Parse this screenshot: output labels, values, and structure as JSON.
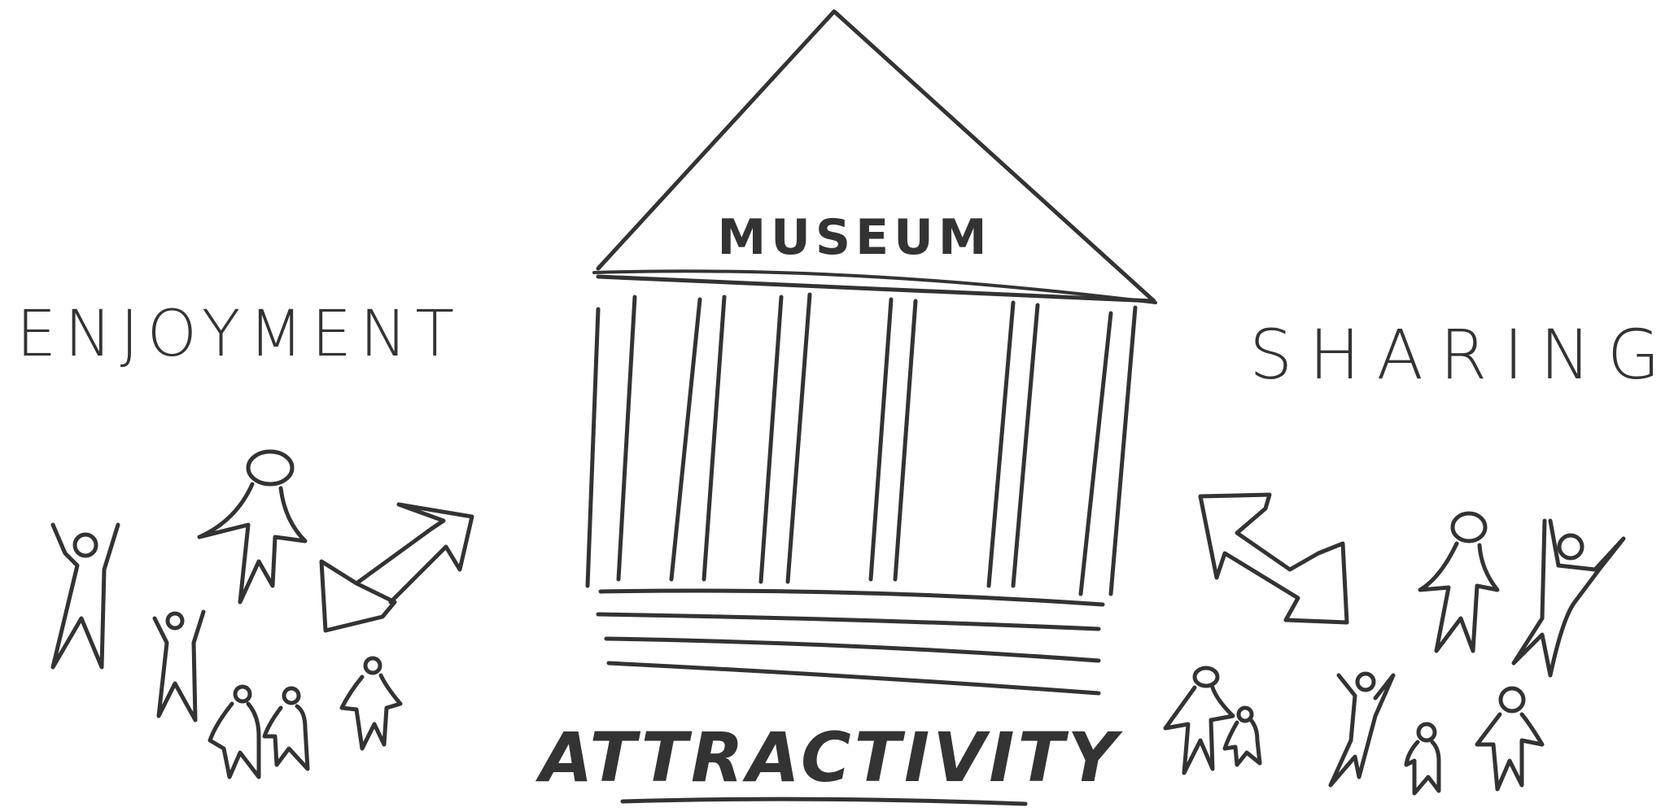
{
  "labels": {
    "museum": "MUSEUM",
    "left": "ENJOYMENT",
    "right": "SHARING",
    "bottom": "ATTRACTIVITY"
  },
  "colors": {
    "ink": "#333333",
    "background": "#ffffff"
  },
  "icons": {
    "building": "museum-building-icon",
    "people_left": "people-group-icon",
    "people_right": "people-group-icon",
    "arrows": "double-arrow-icon"
  }
}
